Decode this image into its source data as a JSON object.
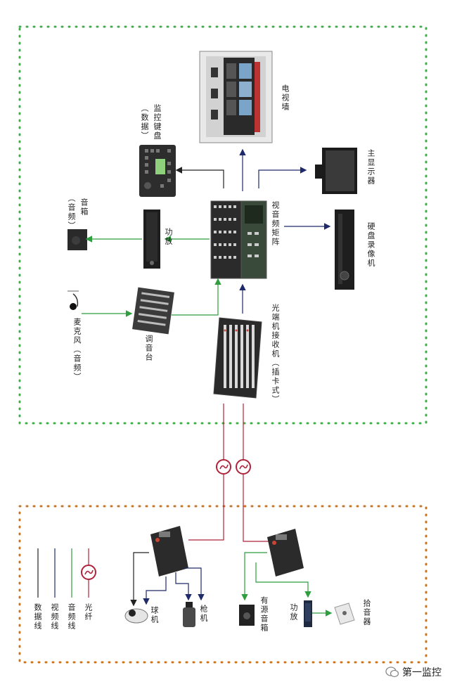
{
  "labels": {
    "tv_wall": "电视墙",
    "control_keyboard": "监控键盘",
    "control_keyboard_sub": "（数据）",
    "main_monitor": "主显示器",
    "matrix": "视音频矩阵",
    "dvr": "硬盘录像机",
    "speaker": "音箱",
    "speaker_sub": "（音频）",
    "amplifier_center": "功放",
    "mixer": "调音台",
    "microphone": "麦克风（音频）",
    "fiber_receiver": "光端机接收机（插卡式）",
    "dome_camera": "球机",
    "bullet_camera": "枪机",
    "active_speaker": "有源音箱",
    "amplifier_remote": "功放",
    "pickup": "拾音器"
  },
  "legend": [
    {
      "label": "光纤",
      "type": "fiber",
      "color": "#b0233a"
    },
    {
      "label": "音频线",
      "type": "audio",
      "color": "#2e9e3e"
    },
    {
      "label": "视频线",
      "type": "video",
      "color": "#1f2a6b"
    },
    {
      "label": "数据线",
      "type": "data",
      "color": "#222222"
    }
  ],
  "colors": {
    "fiber": "#b0233a",
    "audio": "#2e9e3e",
    "video": "#1f2a6b",
    "data": "#222222",
    "border_top": "#3fae49",
    "border_bottom": "#c8751e"
  },
  "watermark": "第一监控"
}
